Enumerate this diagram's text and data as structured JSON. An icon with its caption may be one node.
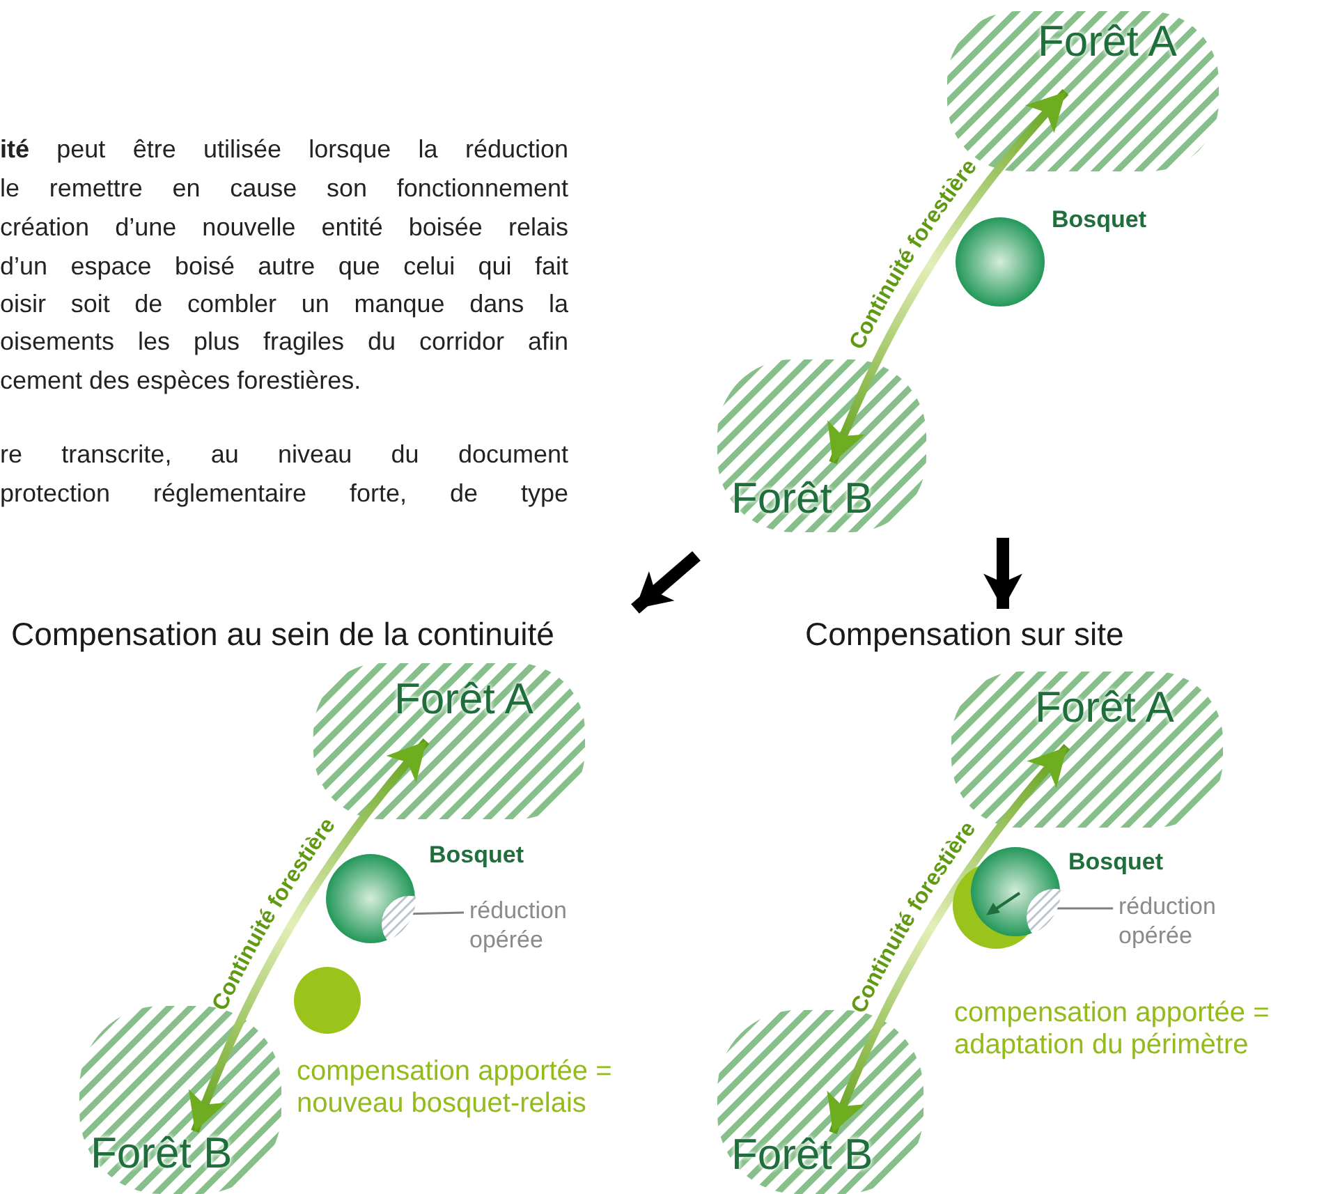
{
  "diagram": {
    "nodes": [
      {
        "text": [
          "Forêt A"
        ]
      },
      {
        "text": [
          "Forêt B"
        ]
      },
      {
        "text": [
          "Bosquet"
        ]
      },
      {
        "text": [
          "Compensation au sein de la continuité"
        ]
      },
      {
        "text": [
          "Compensation sur site"
        ]
      },
      {
        "text": [
          "Forêt A"
        ]
      },
      {
        "text": [
          "Forêt B"
        ]
      },
      {
        "text": [
          "Bosquet"
        ]
      },
      {
        "text": [
          "réduction opérée"
        ]
      },
      {
        "text": [],
        "shape": "circle",
        "beside": [
          "compensation apportée = nouveau bosquet-relais"
        ]
      },
      {
        "text": [
          "Forêt A"
        ]
      },
      {
        "text": [
          "Forêt B"
        ]
      },
      {
        "text": [
          "Bosquet"
        ],
        "beside": [
          "compensation apportée = adaptation du périmètre"
        ]
      },
      {
        "text": [
          "réduction opérée"
        ]
      }
    ],
    "edges": [
      {
        "from": 1,
        "to": 0,
        "arrow": "both",
        "label": "Continuité forestière"
      },
      {
        "from": null,
        "to": 3,
        "arrow": "to",
        "style": "thick",
        "color": "#000000"
      },
      {
        "from": null,
        "to": 4,
        "arrow": "to",
        "style": "thick",
        "color": "#000000"
      },
      {
        "from": 6,
        "to": 5,
        "arrow": "both",
        "label": "Continuité forestière"
      },
      {
        "from": 8,
        "to": 7,
        "arrow": "other",
        "color": "#808080"
      },
      {
        "from": 11,
        "to": 10,
        "arrow": "both",
        "label": "Continuité forestière"
      },
      {
        "from": 13,
        "to": 12,
        "arrow": "other",
        "color": "#808080"
      }
    ],
    "labels": [
      "**ité** peut être utilisée lorsque la réduction",
      "le remettre en cause son fonctionnement",
      "création d’une nouvelle entité boisée relais",
      "d’un espace boisé autre que celui qui fait",
      "oisir soit de combler un manque dans la",
      "oisements les plus fragiles du corridor afin",
      "cement des espèces forestières.",
      "re transcrite, au niveau du document",
      "protection réglementaire forte, de type"
    ]
  }
}
